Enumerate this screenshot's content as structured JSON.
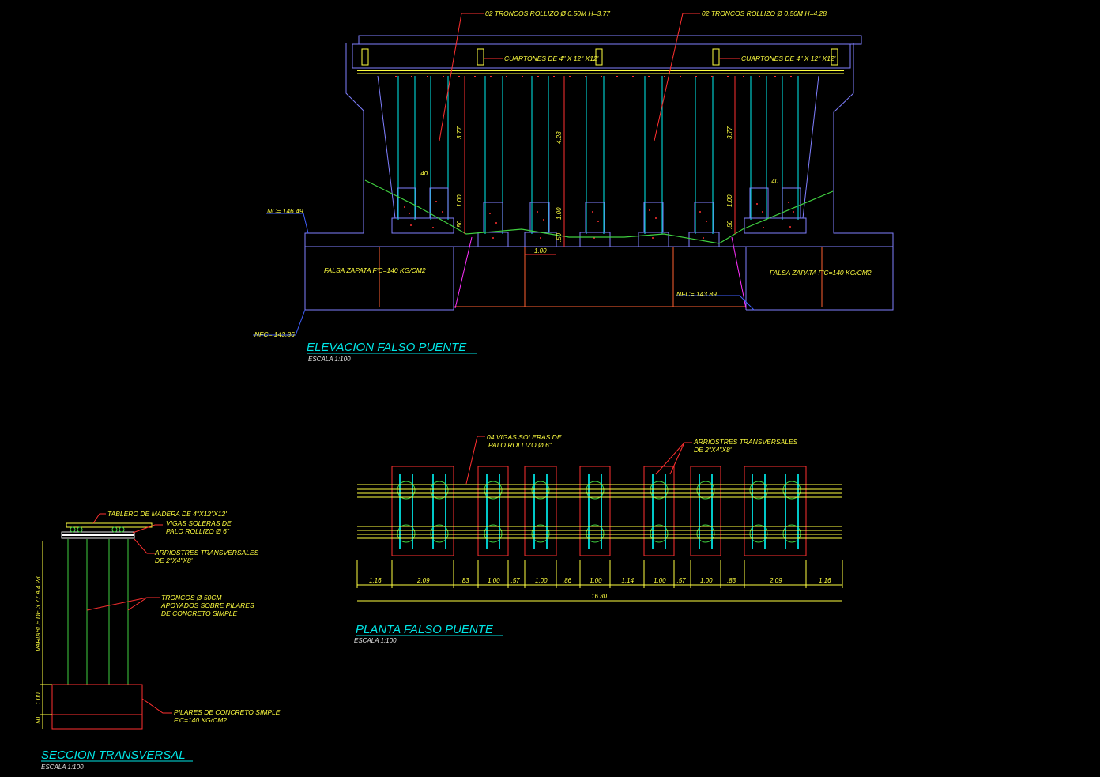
{
  "colors": {
    "background": "#000000",
    "structure": "#7f7fff",
    "poles": "#00c8c8",
    "dimension": "#ffff40",
    "leader": "#ff2020",
    "ground": "#40d040",
    "concrete": "#ff3030",
    "title": "#00e5e5"
  },
  "elevation": {
    "title": "ELEVACION FALSO PUENTE",
    "scale": "ESCALA 1:100",
    "callout_left": "02 TRONCOS ROLLIZO Ø 0.50M H=3.77",
    "callout_right": "02 TRONCOS ROLLIZO Ø 0.50M H=4.28",
    "cuartones_left": "CUARTONES DE 4\" X 12\" X12'",
    "cuartones_right": "CUARTONES DE 4\" X 12\" X12'",
    "nc_level": "NC= 146.49",
    "nfc_left": "NFC= 143.86",
    "nfc_right": "NFC= 143.89",
    "falsa_zapata_left": "FALSA ZAPATA F'C=140 KG/CM2",
    "falsa_zapata_right": "FALSA ZAPATA F'C=140 KG/CM2",
    "dim_h1": "3.77",
    "dim_h2": "4.28",
    "dim_h3": "3.77",
    "dim_40_left": ".40",
    "dim_40_right": ".40",
    "dim_100_a": "1.00",
    "dim_100_b": "1.00",
    "dim_100_c": "1.00",
    "dim_50_a": ".50",
    "dim_50_b": ".50",
    "dim_50_c": ".50",
    "dim_width": "1.00"
  },
  "plan": {
    "title": "PLANTA FALSO PUENTE",
    "scale": "ESCALA 1:100",
    "callout_vigas": "04 VIGAS SOLERAS DE\nPALO ROLLIZO Ø 6\"",
    "callout_arriostres": "ARRIOSTRES TRANSVERSALES\nDE 2\"X4\"X8'",
    "dims": [
      "1.16",
      "2.09",
      ".83",
      "1.00",
      ".57",
      "1.00",
      ".86",
      "1.00",
      "1.14",
      "1.00",
      ".57",
      "1.00",
      ".83",
      "2.09",
      "1.16"
    ],
    "total": "16.30"
  },
  "section": {
    "title": "SECCION TRANSVERSAL",
    "scale": "ESCALA 1:100",
    "tablero": "TABLERO DE MADERA DE 4\"X12\"X12'",
    "vigas": "VIGAS SOLERAS DE\nPALO ROLLIZO Ø 6\"",
    "arriostres": "ARRIOSTRES TRANSVERSALES\nDE 2\"X4\"X8'",
    "troncos": "TRONCOS Ø 50CM\nAPOYADOS SOBRE PILARES\nDE CONCRETO SIMPLE",
    "pilares": "PILARES DE CONCRETO SIMPLE\nF'C=140 KG/CM2",
    "variable": "VARIABLE DE 3.77 A 4.28",
    "dim_100": "1.00",
    "dim_50": ".50"
  }
}
